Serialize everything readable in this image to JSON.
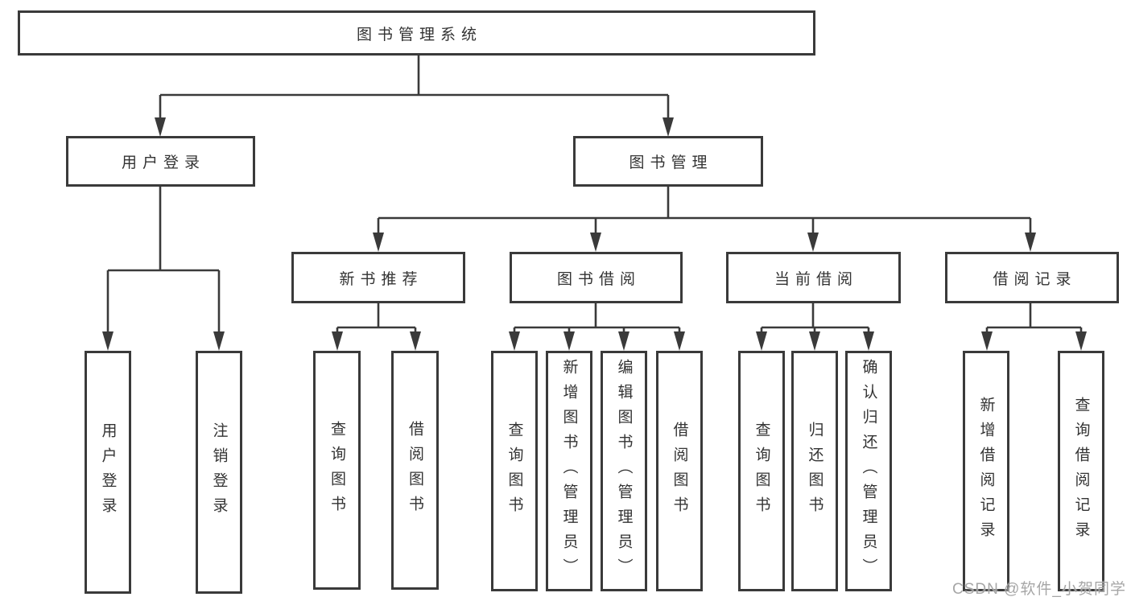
{
  "diagram_title": "图书管理系统",
  "nodes": {
    "root": "图书管理系统",
    "user_login": "用户登录",
    "book_management": "图书管理",
    "new_book_recommend": "新书推荐",
    "book_borrowing": "图书借阅",
    "current_borrowing": "当前借阅",
    "borrowing_records": "借阅记录",
    "leaf_user_login": "用户登录",
    "leaf_logout": "注销登录",
    "leaf_query_books_recommend": "查询图书",
    "leaf_borrow_books_recommend": "借阅图书",
    "leaf_query_books_borrowing": "查询图书",
    "leaf_add_books_admin": "新增图书（管理员）",
    "leaf_edit_books_admin": "编辑图书（管理员）",
    "leaf_borrow_books_borrowing": "借阅图书",
    "leaf_query_books_current": "查询图书",
    "leaf_return_books": "归还图书",
    "leaf_confirm_return_admin": "确认归还（管理员）",
    "leaf_add_borrow_record": "新增借阅记录",
    "leaf_query_borrow_record": "查询借阅记录"
  },
  "edges": [
    "图书管理系统→用户登录",
    "图书管理系统→图书管理",
    "用户登录→用户登录",
    "用户登录→注销登录",
    "图书管理→新书推荐",
    "图书管理→图书借阅",
    "图书管理→当前借阅",
    "图书管理→借阅记录",
    "新书推荐→查询图书",
    "新书推荐→借阅图书",
    "图书借阅→查询图书",
    "图书借阅→新增图书（管理员）",
    "图书借阅→编辑图书（管理员）",
    "图书借阅→借阅图书",
    "当前借阅→查询图书",
    "当前借阅→归还图书",
    "当前借阅→确认归还（管理员）",
    "借阅记录→新增借阅记录",
    "借阅记录→查询借阅记录"
  ],
  "watermark": {
    "text": "CSDN @软件_小贺同学"
  },
  "colors": {
    "line": "#3a3a3a",
    "box_border": "#3a3a3a",
    "box_fill": "#ffffff",
    "text": "#333333",
    "background": "#ffffff",
    "watermark": "#9e9e9e"
  }
}
